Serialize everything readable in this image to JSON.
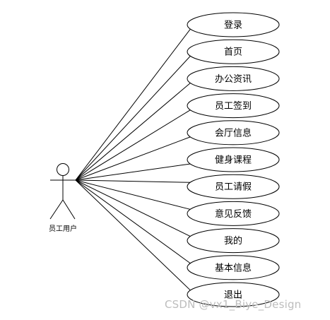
{
  "actor": {
    "label": "员工用户"
  },
  "use_cases": [
    {
      "label": "登录"
    },
    {
      "label": "首页"
    },
    {
      "label": "办公资讯"
    },
    {
      "label": "员工签到"
    },
    {
      "label": "会厅信息"
    },
    {
      "label": "健身课程"
    },
    {
      "label": "员工请假"
    },
    {
      "label": "意见反馈"
    },
    {
      "label": "我的"
    },
    {
      "label": "基本信息"
    },
    {
      "label": "退出"
    }
  ],
  "watermark": "CSDN @vx1_Biye_Design",
  "colors": {
    "stroke": "#000000",
    "background": "#ffffff",
    "watermark": "#bdbdbd"
  }
}
